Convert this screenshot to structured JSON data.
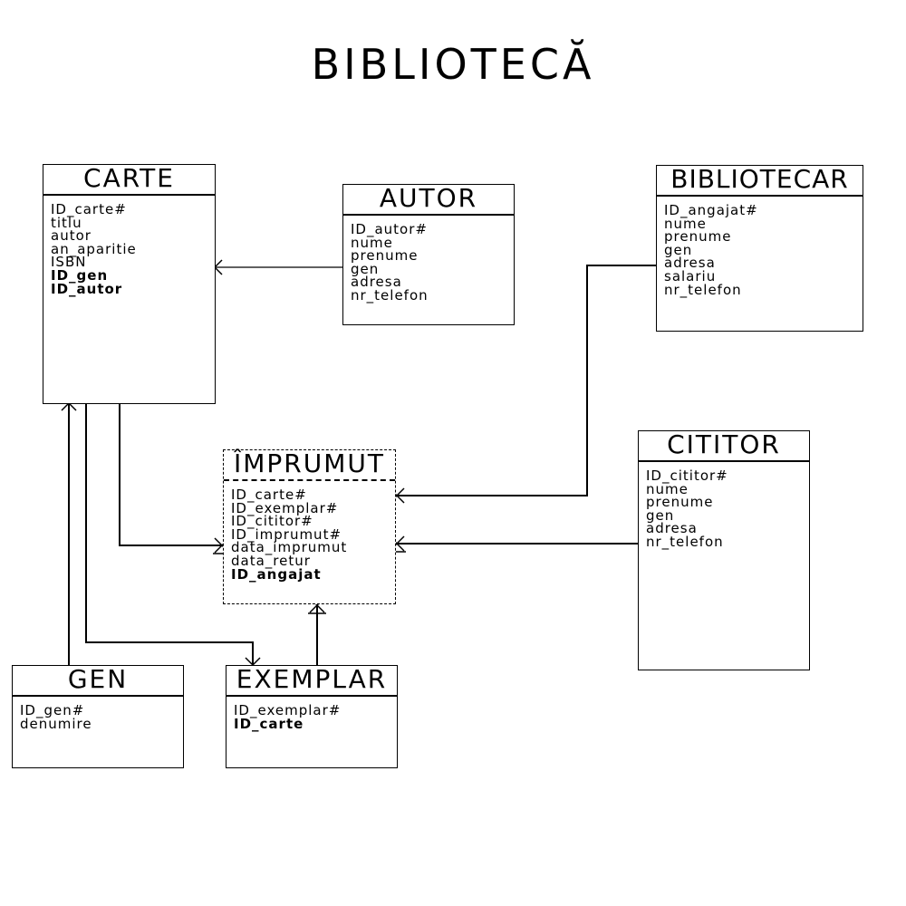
{
  "title": "BIBLIOTECĂ",
  "colors": {
    "line": "#000000",
    "background": "#ffffff"
  },
  "entities": {
    "carte": {
      "name": "CARTE",
      "attributes": [
        {
          "text": "ID_carte#",
          "fk": false
        },
        {
          "text": "titlu",
          "fk": false
        },
        {
          "text": "autor",
          "fk": false
        },
        {
          "text": "an_aparitie",
          "fk": false
        },
        {
          "text": "ISBN",
          "fk": false
        },
        {
          "text": "ID_gen",
          "fk": true
        },
        {
          "text": "ID_autor",
          "fk": true
        }
      ]
    },
    "autor": {
      "name": "AUTOR",
      "attributes": [
        {
          "text": "ID_autor#",
          "fk": false
        },
        {
          "text": "nume",
          "fk": false
        },
        {
          "text": "prenume",
          "fk": false
        },
        {
          "text": "gen",
          "fk": false
        },
        {
          "text": "adresa",
          "fk": false
        },
        {
          "text": "nr_telefon",
          "fk": false
        }
      ]
    },
    "bibliotecar": {
      "name": "BIBLIOTECAR",
      "attributes": [
        {
          "text": "ID_angajat#",
          "fk": false
        },
        {
          "text": "nume",
          "fk": false
        },
        {
          "text": "prenume",
          "fk": false
        },
        {
          "text": "gen",
          "fk": false
        },
        {
          "text": "adresa",
          "fk": false
        },
        {
          "text": "salariu",
          "fk": false
        },
        {
          "text": "nr_telefon",
          "fk": false
        }
      ]
    },
    "imprumut": {
      "name": "ÎMPRUMUT",
      "attributes": [
        {
          "text": "ID_carte#",
          "fk": false
        },
        {
          "text": "ID_exemplar#",
          "fk": false
        },
        {
          "text": "ID_cititor#",
          "fk": false
        },
        {
          "text": "ID_imprumut#",
          "fk": false
        },
        {
          "text": "data_imprumut",
          "fk": false
        },
        {
          "text": "data_retur",
          "fk": false
        },
        {
          "text": "ID_angajat",
          "fk": true
        }
      ]
    },
    "cititor": {
      "name": "CITITOR",
      "attributes": [
        {
          "text": "ID_cititor#",
          "fk": false
        },
        {
          "text": "nume",
          "fk": false
        },
        {
          "text": "prenume",
          "fk": false
        },
        {
          "text": "gen",
          "fk": false
        },
        {
          "text": "adresa",
          "fk": false
        },
        {
          "text": "nr_telefon",
          "fk": false
        }
      ]
    },
    "gen": {
      "name": "GEN",
      "attributes": [
        {
          "text": "ID_gen#",
          "fk": false
        },
        {
          "text": "denumire",
          "fk": false
        }
      ]
    },
    "exemplar": {
      "name": "EXEMPLAR",
      "attributes": [
        {
          "text": "ID_exemplar#",
          "fk": false
        },
        {
          "text": "ID_carte",
          "fk": true
        }
      ]
    }
  }
}
